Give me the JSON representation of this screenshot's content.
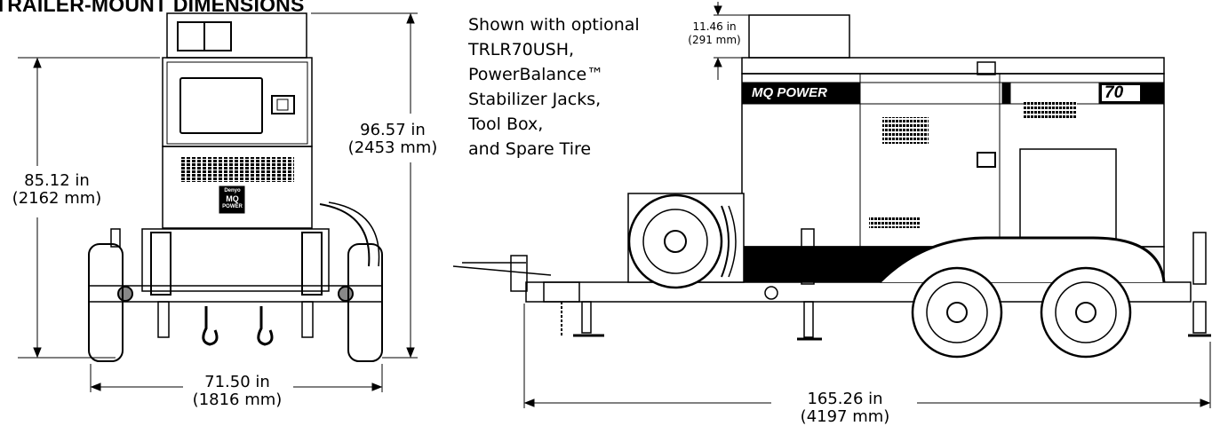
{
  "title": "TRAILER-MOUNT DIMENSIONS",
  "front_view": {
    "height_overall": {
      "in": "96.57 in",
      "mm": "(2453 mm)"
    },
    "height_enclosure": {
      "in": "85.12 in",
      "mm": "(2162 mm)"
    },
    "width": {
      "in": "71.50 in",
      "mm": "(1816 mm)"
    },
    "logo": {
      "line1": "Denyo",
      "line2": "MQ",
      "line3": "POWER"
    }
  },
  "side_view": {
    "exhaust_height": {
      "in": "11.46 in",
      "mm": "(291 mm)"
    },
    "length": {
      "in": "165.26 in",
      "mm": "(4197 mm)"
    },
    "brand": "MQ POWER",
    "model": "70"
  },
  "note_lines": [
    "Shown with optional",
    "TRLR70USH,",
    "PowerBalance™",
    "Stabilizer Jacks,",
    "Tool Box,",
    "and Spare Tire"
  ]
}
